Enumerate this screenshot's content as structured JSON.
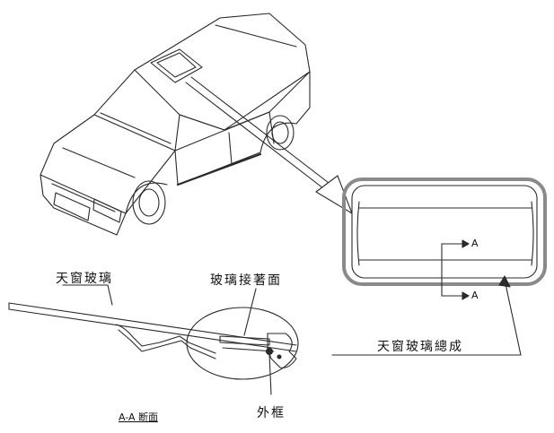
{
  "labels": {
    "sunroof_glass": "天窗玻璃",
    "glass_bonding_surface": "玻璃接著面",
    "sunroof_glass_assembly": "天窗玻璃總成",
    "outer_frame": "外框",
    "section_marker_top": "A",
    "section_marker_bottom": "A",
    "section_title": "A-A 断面"
  },
  "colors": {
    "line": "#2a2a2a",
    "frame_gray": "#8a8a8a",
    "background": "#ffffff"
  }
}
